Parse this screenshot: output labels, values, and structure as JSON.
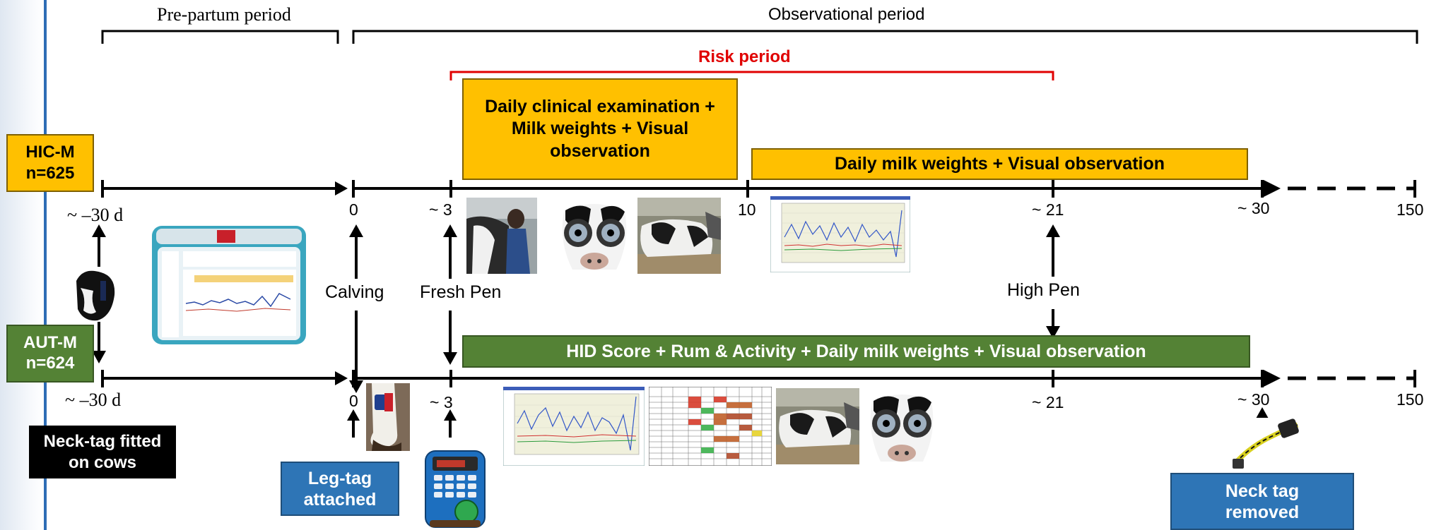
{
  "headers": {
    "prepartum": "Pre-partum period",
    "observational": "Observational period",
    "risk": "Risk period"
  },
  "groups": {
    "hicm": {
      "name": "HIC-M",
      "n": "n=625"
    },
    "autm": {
      "name": "AUT-M",
      "n": "n=624"
    }
  },
  "boxes": {
    "hic_daily": "Daily clinical examination + Milk weights + Visual observation",
    "hic_milk": "Daily milk weights + Visual observation",
    "aut_hid": "HID Score + Rum & Activity + Daily milk weights + Visual observation",
    "necktag_fitted": "Neck-tag fitted on cows",
    "legtag": "Leg-tag attached",
    "necktag_removed": "Neck tag removed"
  },
  "ticks_top": {
    "prep": "~ –30 d",
    "t0": "0",
    "t3": "~ 3",
    "t10": "10",
    "t21": "~ 21",
    "t30": "~ 30",
    "t150": "150"
  },
  "ticks_bottom": {
    "prep": "~ –30 d",
    "t0": "0",
    "t3": "~ 3",
    "t21": "~ 21",
    "t30": "~ 30",
    "t150": "150"
  },
  "events": {
    "calving": "Calving",
    "fresh_pen": "Fresh Pen",
    "high_pen": "High Pen"
  },
  "colors": {
    "risk": "#e00000",
    "yellow": "#ffc000",
    "green": "#548235",
    "blue": "#2e75b6",
    "black": "#000000"
  }
}
